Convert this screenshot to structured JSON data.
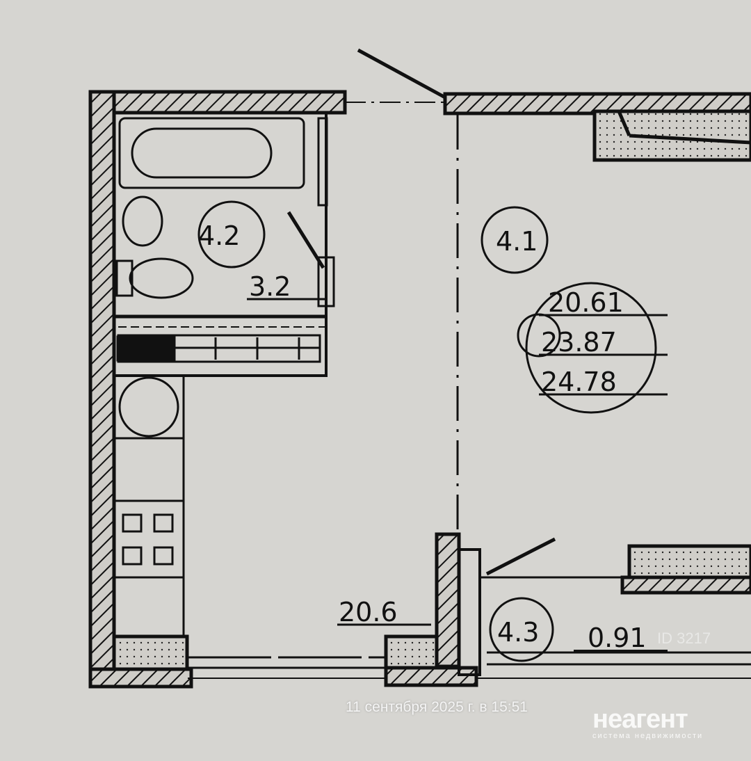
{
  "rooms": {
    "bathroom": {
      "number": "4.2",
      "area": "3.2"
    },
    "living": {
      "number": "4.1",
      "areas": [
        "20.61",
        "23.87",
        "24.78"
      ],
      "area_side": "20.6"
    },
    "balcony": {
      "number": "4.3",
      "area": "0.91"
    }
  },
  "photo_timestamp": "11 сентября 2025 г. в 15:51",
  "watermark": {
    "brand": "неагент",
    "tagline": "система недвижимости",
    "cian_id": "ID 3217"
  },
  "colors": {
    "paper": "#d6d5d1",
    "ink": "#111111"
  }
}
